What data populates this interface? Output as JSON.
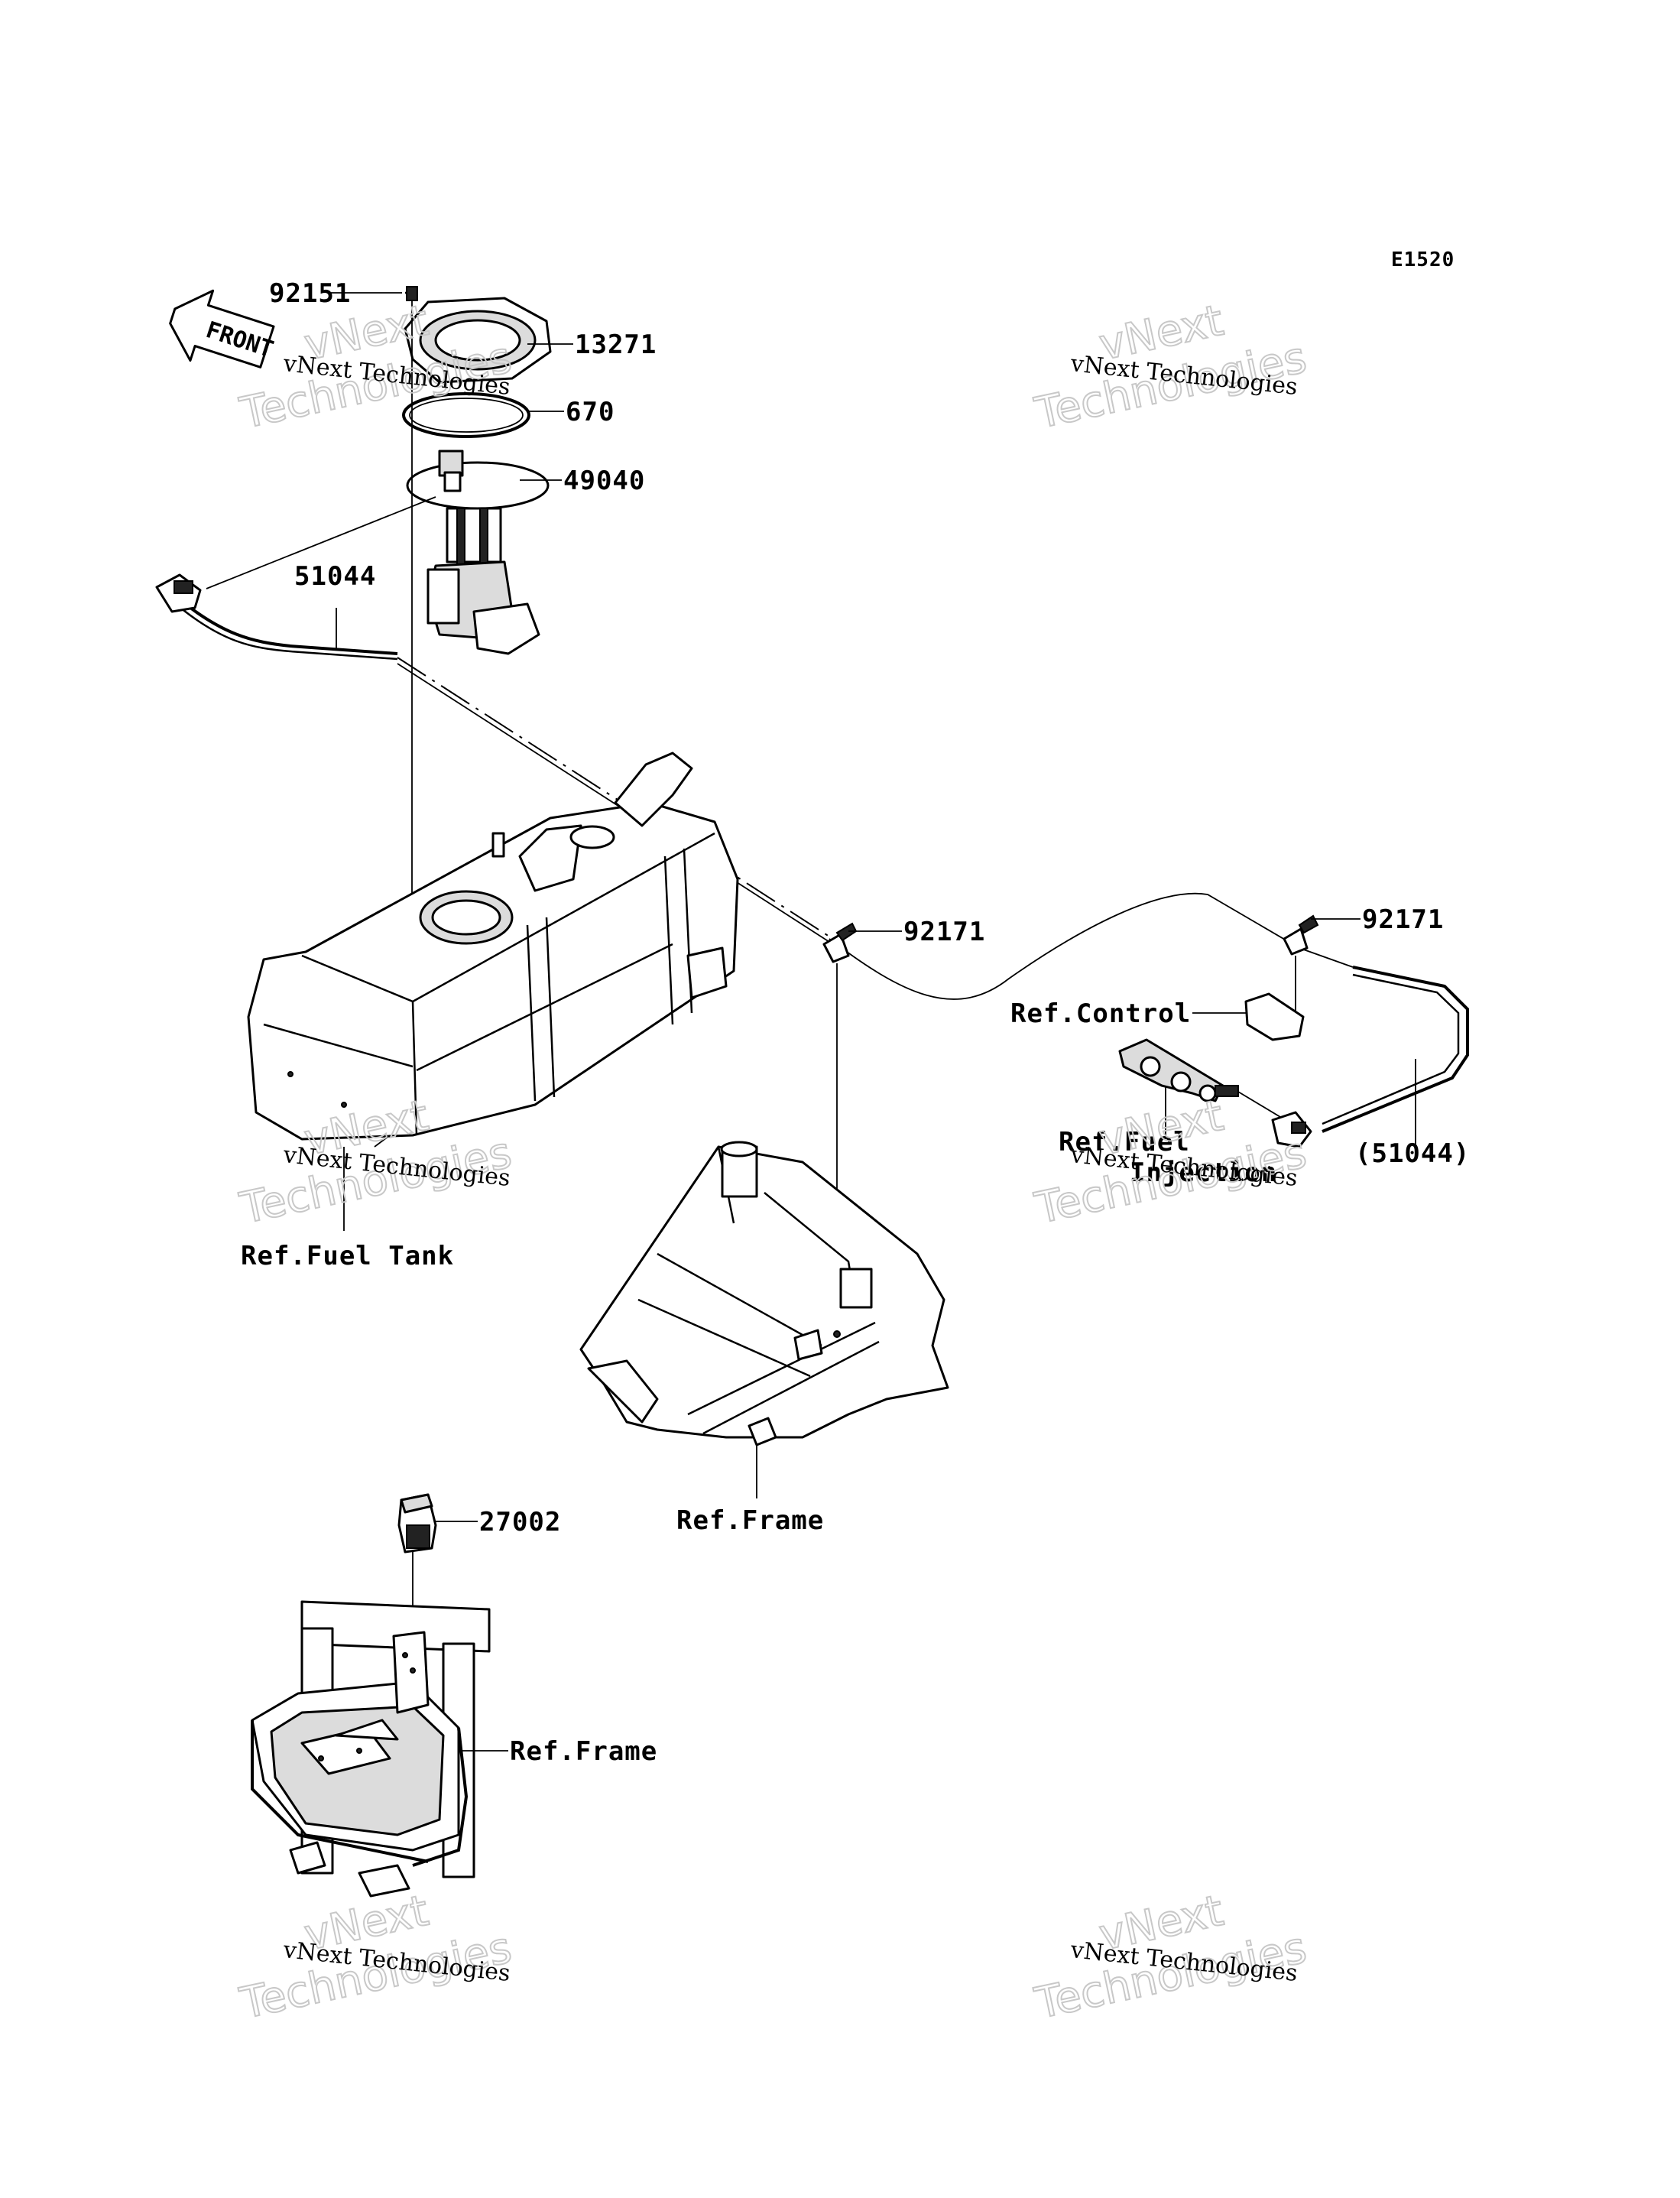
{
  "diagram_code": "E1520",
  "front_label": "FRONT",
  "callouts": {
    "p92151": "92151",
    "p13271": "13271",
    "p670": "670",
    "p49040": "49040",
    "p51044": "51044",
    "p92171_a": "92171",
    "p92171_b": "92171",
    "p51044_ref": "(51044)",
    "p27002": "27002"
  },
  "refs": {
    "control": "Ref.Control",
    "fuel_injection_line1": "Ref.Fuel",
    "fuel_injection_line2": "Injection",
    "fuel_tank": "Ref.Fuel Tank",
    "frame_center": "Ref.Frame",
    "frame_bottom": "Ref.Frame"
  },
  "watermark": {
    "line1": "vNext Technologies",
    "big_line1": "vNext",
    "big_line2": "Technologies"
  }
}
